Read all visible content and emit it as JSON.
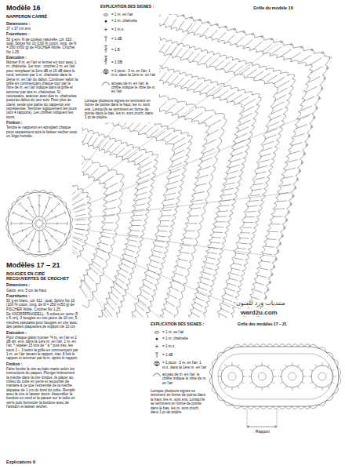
{
  "diagram": {
    "labels": [
      "Modèle 16",
      "NAPPERON CARRÉ",
      "Dimensions :",
      "37 x 37 cm env.",
      "Fournitures :",
      "50 g env. fil de couleur naturelle, col. 610 : qual. Spitze No 10 (100 % coton, long. de fil = 250 m/50 g) de FISCHER Wolle. Crochet No 1,25.",
      "Exécution :",
      "Monter 8 m. en l'air et fermer en tour avec 1 m. chaînette. 1er tour : crochet 2 m. en l'air pour remplacer la 1ère dB et 15 dB dans le rond, terminer par 1 m. chaînette dans la 2ème m. en l'air du début. Continuer selon la grille en commençant chaque tour par le nbre de m. en l'air indiqué dans la grille et terminer par des m. chaînettes. Si nécessaire, avancer avec des m. chaînettes jusqu'au début du tour suiv. Pour plus de clarté, seule une partie du napperon est représentée. Terminer logiquement les tours (soit 4 rapports). Les chiffres indiquent les tours.",
      "Finition :",
      "Tendre le napperon en épinglant chaque picot séparément puis le laisser sécher sous un linge humide.",
      "EXPLICATION DES SIGNES :",
      "Lorsque plusieurs signes se terminent en forme de pointe dans le haut, les m. sont ens. Lorsqu'ils se terminent en forme de pointe dans le bas, les m. sont croch. dans 1 pt de piqûre.",
      "Grille du modèle 16",
      "Modèles 17 – 21",
      "BOUGIES EN CIRE RECOUVERTES DE CROCHET",
      "Dimensions :",
      "Galon, env. 5 cm de haut",
      "Fournitures :",
      "50 g en blanc, col. 611 : qual. Spitze No 10 (100 % coton, long. de fil = 250 m/50 g) de FISCHER Wolle. Crochet No 1,25.",
      "De KNORRPRANDELL : 5 cubes en verre (5 x 5 cm), 3 bougies en cire jaune de 10 cm, 5 mèches spéciales pour bougies en cire avec des petites plaquettes de support de 10 cm.",
      "Exécution :",
      "Pour chaque galon monter *4 m. en l'air et 2 dB arr. ens. dans la 1ère m. en l'air, 1 m. en l'air, * répéter 15 fois de * à * puis trav. les tours 1 – 3 selon la grille en commençant par 1 m. en l'air devant le rapport, trav. 6 fois le rapport et terminer par la m. après le rapport.",
      "Finition :",
      "Faire fondre la cire au bain-marie selon les instructions du paquet. Plonger brièvement la mèche dans la cire fondue, la placer au milieu du cube en verre et recourber de manière à ce que l'extrémité de la mèche dépasse de 1 cm du bord du cube. Remplir avec la cire et laisser durcir. Assembler la bordure en rond et la passer sur le cube en verre puis humecter la bordure avec de l'amidon et laisser sécher.",
      "Explications 6",
      "EXPLICATION DES SIGNES :",
      "Lorsque plusieurs signes se terminent en forme de pointe dans le haut, les m. sont ens. Lorsqu'ils se terminent en forme de pointe dans le bas, les m. sont croch. dans 1 pt de piqûre.",
      "Grille des modèles 17 – 21",
      "منتديات ورد للفنون",
      "ward2u.com",
      "Rapport"
    ],
    "legend": [
      {
        "text": "= 1 m. en l'air"
      },
      {
        "text": "= 1 m. chaînette"
      },
      {
        "text": "= 1 m.s."
      },
      {
        "text": "= 1 dB"
      },
      {
        "text": "= 1 B"
      },
      {
        "text": "= 1 DB"
      },
      {
        "text": "= 1 picot : 3 m. en l'air, 1 m.s. dans la 1ère m. en l'air"
      },
      {
        "text": "arceau de m. en l'air, le chiffre indique le nbre de m. en l'air"
      },
      {
        "text": "= 1 m. en l'air"
      },
      {
        "text": "= 1 m. chaînette"
      },
      {
        "text": "= 1 m.s."
      },
      {
        "text": "= 1 dB"
      },
      {
        "text": "= 1 picot : 3 m. en l'air, 1 m.s. dans la 1ère m. en l'air"
      },
      {
        "text": "arceau de m. en l'air, le chiffre indique le nbre de m. en l'air"
      }
    ]
  }
}
